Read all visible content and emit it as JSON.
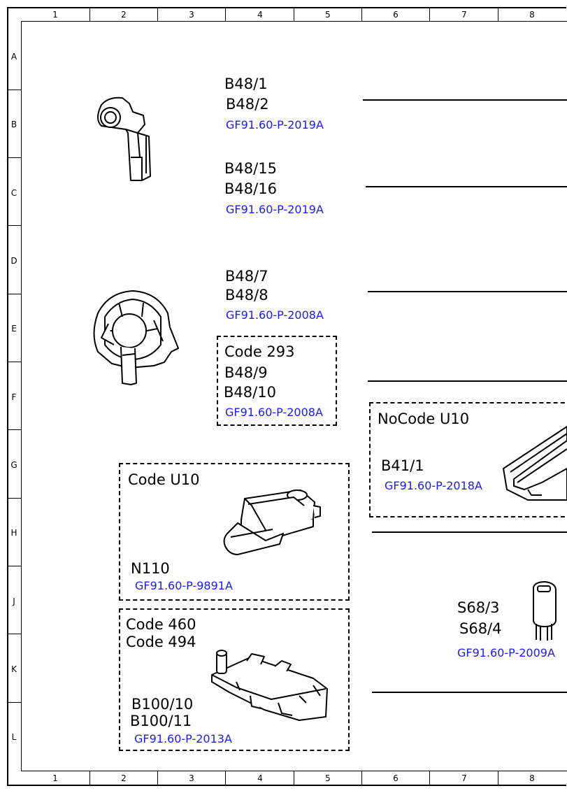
{
  "grid": {
    "columns": [
      "1",
      "2",
      "3",
      "4",
      "5",
      "6",
      "7",
      "8"
    ],
    "rows": [
      "A",
      "B",
      "C",
      "D",
      "E",
      "F",
      "G",
      "H",
      "J",
      "K",
      "L"
    ]
  },
  "labels": {
    "b48_1": "B48/1",
    "b48_2": "B48/2",
    "ref_2019a_1": "GF91.60-P-2019A",
    "b48_15": "B48/15",
    "b48_16": "B48/16",
    "ref_2019a_2": "GF91.60-P-2019A",
    "b48_7": "B48/7",
    "b48_8": "B48/8",
    "ref_2008a_1": "GF91.60-P-2008A",
    "code_293": "Code 293",
    "b48_9": "B48/9",
    "b48_10": "B48/10",
    "ref_2008a_2": "GF91.60-P-2008A",
    "nocode_u10": "NoCode U10",
    "b41_1": "B41/1",
    "ref_2018a": "GF91.60-P-2018A",
    "code_u10": "Code U10",
    "n110": "N110",
    "ref_9891a": "GF91.60-P-9891A",
    "s68_3": "S68/3",
    "s68_4": "S68/4",
    "ref_2009a": "GF91.60-P-2009A",
    "code_460": "Code 460",
    "code_494": "Code 494",
    "b100_10": "B100/10",
    "b100_11": "B100/11",
    "ref_2013a": "GF91.60-P-2013A"
  },
  "colors": {
    "reference_link": "#1a1aff",
    "line": "#000000"
  }
}
